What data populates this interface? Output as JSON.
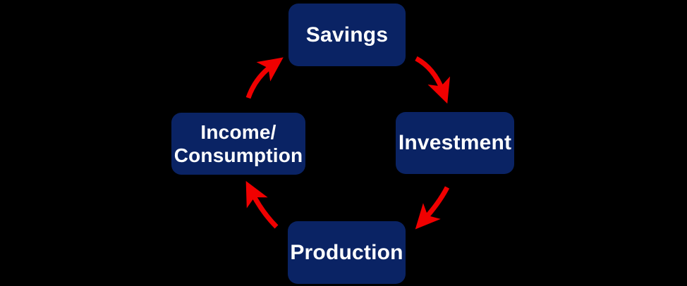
{
  "diagram": {
    "type": "cycle",
    "title": "",
    "background_color": "#000000",
    "node_color": "#0a2364",
    "node_text_color": "#ffffff",
    "arrow_color": "#f00000",
    "nodes": [
      {
        "id": "savings",
        "label": "Savings",
        "position": "top"
      },
      {
        "id": "investment",
        "label": "Investment",
        "position": "right"
      },
      {
        "id": "production",
        "label": "Production",
        "position": "bottom"
      },
      {
        "id": "income",
        "label": "Income/\nConsumption",
        "position": "left"
      }
    ],
    "edges": [
      {
        "from": "savings",
        "to": "investment",
        "label": "",
        "direction": "down-right"
      },
      {
        "from": "investment",
        "to": "production",
        "label": "",
        "direction": "down-left"
      },
      {
        "from": "production",
        "to": "income",
        "label": "",
        "direction": "up-left"
      },
      {
        "from": "income",
        "to": "savings",
        "label": "",
        "direction": "up-right"
      }
    ]
  }
}
